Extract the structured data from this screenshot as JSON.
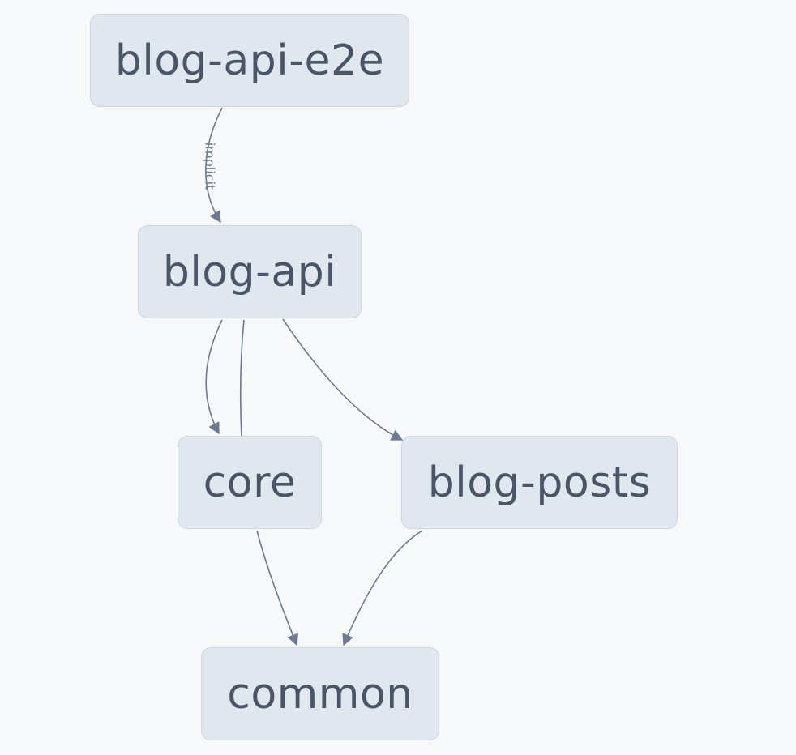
{
  "graph": {
    "nodes": {
      "blog_api_e2e": "blog-api-e2e",
      "blog_api": "blog-api",
      "core": "core",
      "blog_posts": "blog-posts",
      "common": "common"
    },
    "edges": [
      {
        "from": "blog-api-e2e",
        "to": "blog-api",
        "label": "implicit",
        "arrow": true
      },
      {
        "from": "blog-api",
        "to": "core",
        "label": "",
        "arrow": true
      },
      {
        "from": "blog-api",
        "to": "core",
        "label": "",
        "arrow": false
      },
      {
        "from": "blog-api",
        "to": "blog-posts",
        "label": "",
        "arrow": true
      },
      {
        "from": "core",
        "to": "common",
        "label": "",
        "arrow": true
      },
      {
        "from": "blog-posts",
        "to": "common",
        "label": "",
        "arrow": true
      }
    ],
    "colors": {
      "background": "#f6f8fa",
      "node_fill": "#e1e7ef",
      "node_border": "#cdd6e2",
      "node_text": "#4a5568",
      "edge": "#6b7a90"
    }
  }
}
